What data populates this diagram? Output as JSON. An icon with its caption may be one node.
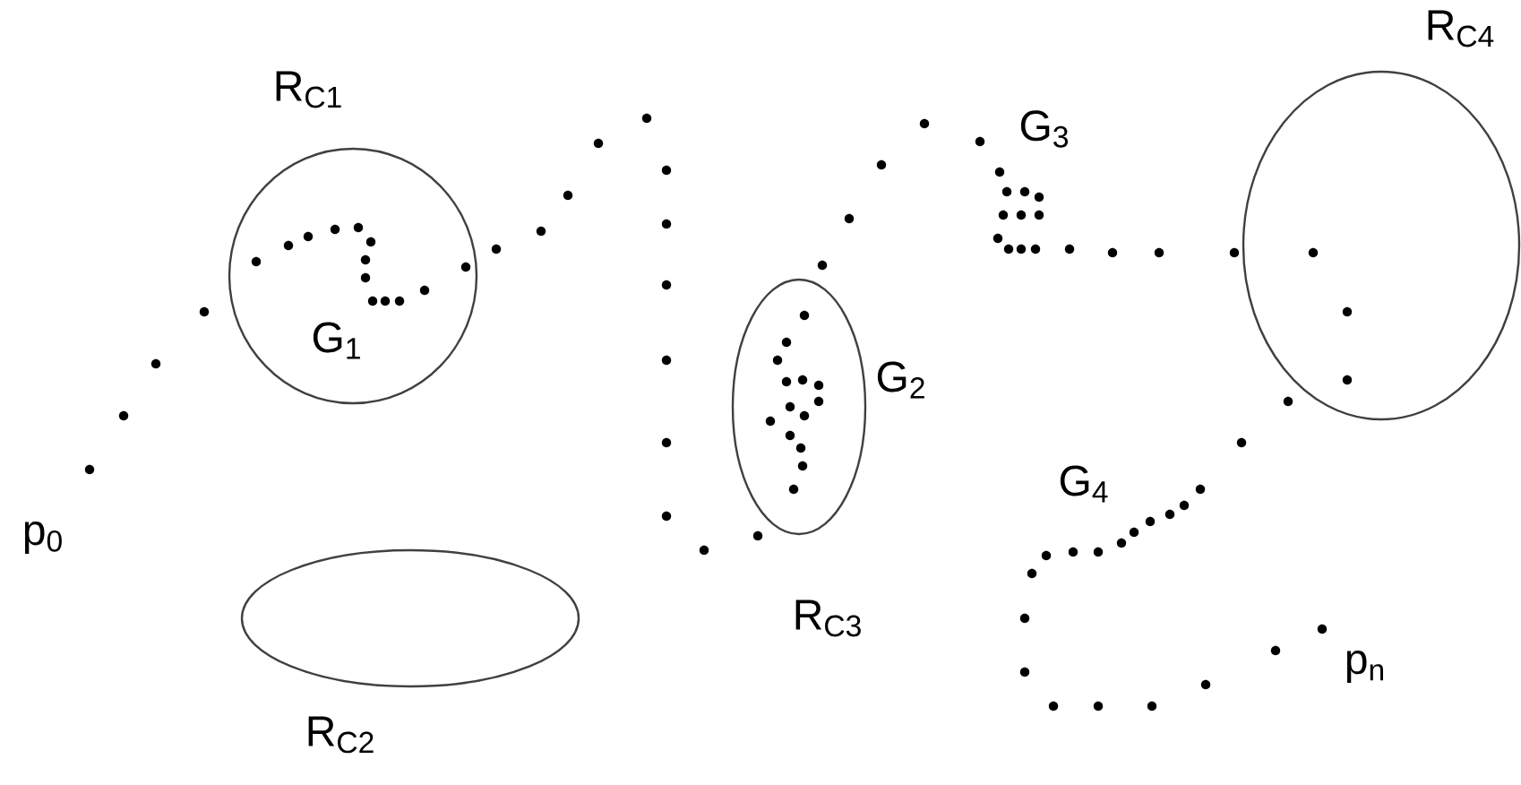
{
  "diagram": {
    "nodes": [
      {
        "text": [
          "R$_{C1}$",
          "G$_{1}$"
        ]
      },
      {
        "text": [
          "R$_{C2}$"
        ]
      },
      {
        "text": [
          "R$_{C3}$"
        ]
      },
      {
        "text": [
          "R$_{C4}$"
        ]
      }
    ],
    "labels": [
      "p$_{0}$",
      "G$_{2}$",
      "G$_{3}$",
      "G$_{4}$",
      "p$_{n}$"
    ]
  }
}
